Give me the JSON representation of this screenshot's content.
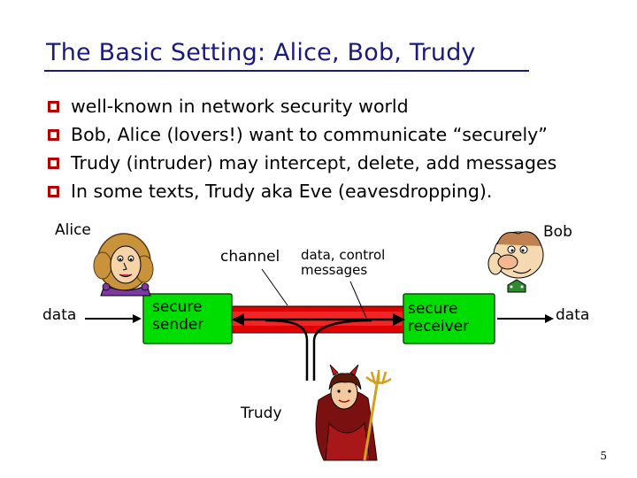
{
  "slide": {
    "title": "The Basic Setting: Alice, Bob, Trudy",
    "bullets": [
      "well-known in network security world",
      "Bob, Alice (lovers!) want to communicate “securely”",
      "Trudy (intruder) may intercept, delete, add messages",
      "In some texts, Trudy aka Eve (eavesdropping)."
    ],
    "page_number": "5"
  },
  "diagram": {
    "alice_label": "Alice",
    "bob_label": "Bob",
    "trudy_label": "Trudy",
    "channel_label": "channel",
    "control_label_line1": "data, control",
    "control_label_line2": "messages",
    "data_in_label": "data",
    "data_out_label": "data",
    "sender_line1": "secure",
    "sender_line2": "sender",
    "receiver_line1": "secure",
    "receiver_line2": "receiver",
    "colors": {
      "title": "#1a1a7a",
      "bullet": "#b50000",
      "channel": "#e00000",
      "box": "#00dd00"
    }
  }
}
